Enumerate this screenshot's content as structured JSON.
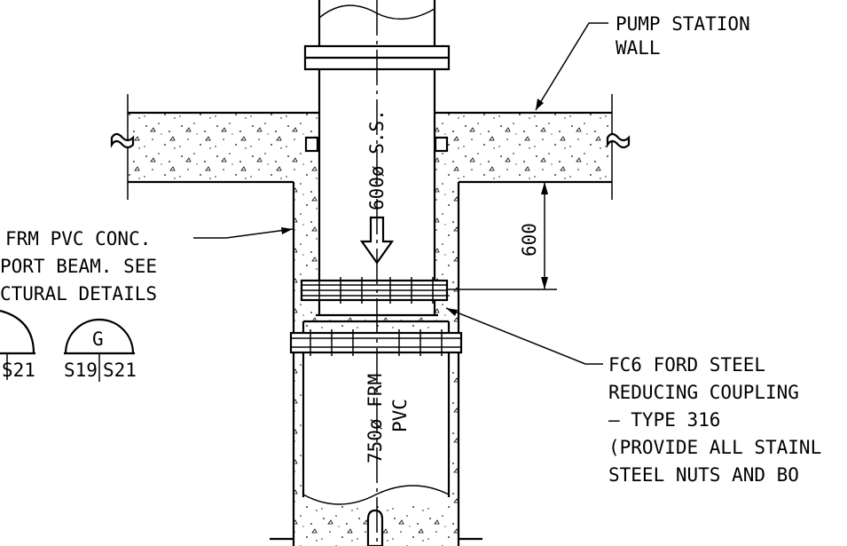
{
  "labels": {
    "pump_station_line1": "PUMP STATION",
    "pump_station_line2": "WALL",
    "left_line1": "FRM PVC CONC.",
    "left_line2": "PORT BEAM. SEE",
    "left_line3": "CTURAL DETAILS",
    "pipe_upper": "600ø S.S.",
    "pipe_lower_1": "750ø FRM",
    "pipe_lower_2": "PVC",
    "dimension": "600",
    "coupling_line1": "FC6 FORD STEEL",
    "coupling_line2": "REDUCING COUPLING",
    "coupling_line3": "– TYPE 316",
    "coupling_line4": "(PROVIDE ALL STAINL",
    "coupling_line5": "STEEL NUTS AND BO"
  },
  "symbols": {
    "left_bottom": "S21",
    "right_letter": "G",
    "right_left": "S19",
    "right_right": "S21"
  }
}
